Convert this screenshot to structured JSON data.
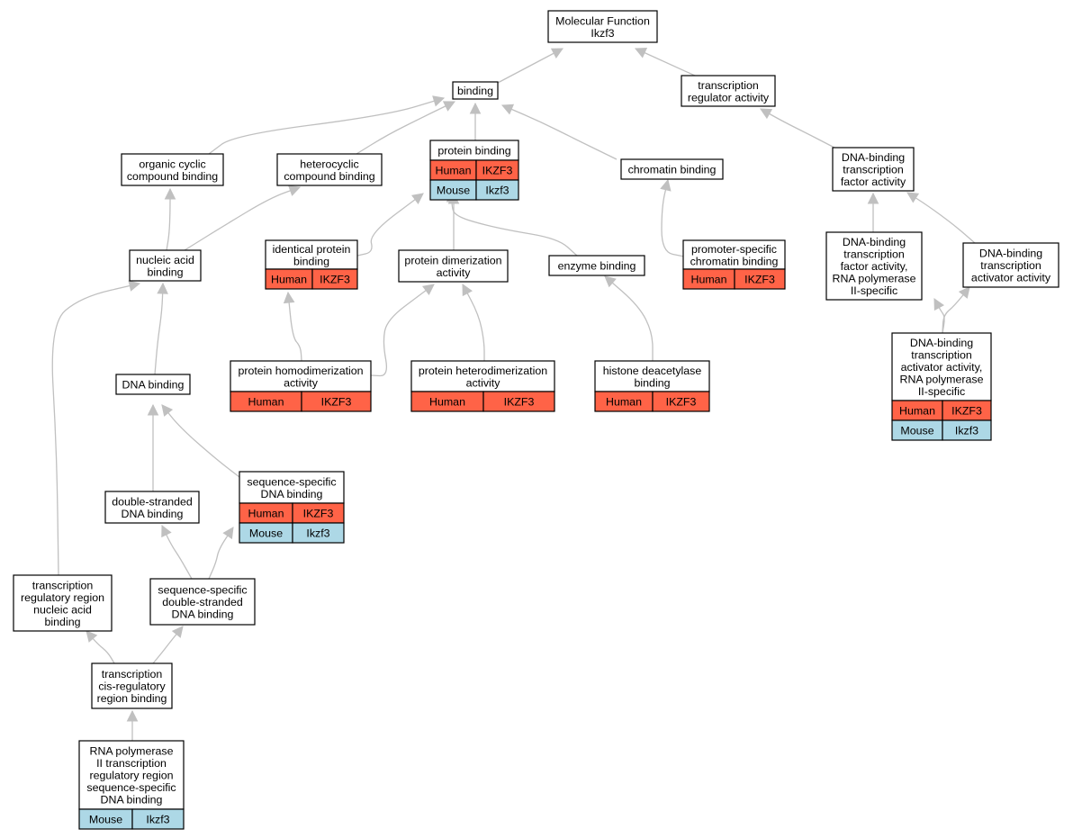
{
  "colors": {
    "human": "#ff6347",
    "mouse": "#add8e6",
    "edge": "#c0c0c0"
  },
  "nodes": [
    {
      "id": "mf",
      "lines": [
        "Molecular Function",
        "Ikzf3"
      ],
      "ann": []
    },
    {
      "id": "binding",
      "lines": [
        "binding"
      ],
      "ann": []
    },
    {
      "id": "tra",
      "lines": [
        "transcription",
        "regulator activity"
      ],
      "ann": []
    },
    {
      "id": "ocb",
      "lines": [
        "organic cyclic",
        "compound binding"
      ],
      "ann": []
    },
    {
      "id": "hcb",
      "lines": [
        "heterocyclic",
        "compound binding"
      ],
      "ann": []
    },
    {
      "id": "pb",
      "lines": [
        "protein binding"
      ],
      "ann": [
        {
          "species": "Human",
          "gene": "IKZF3"
        },
        {
          "species": "Mouse",
          "gene": "Ikzf3"
        }
      ]
    },
    {
      "id": "cb",
      "lines": [
        "chromatin binding"
      ],
      "ann": []
    },
    {
      "id": "dbtfa",
      "lines": [
        "DNA-binding",
        "transcription",
        "factor activity"
      ],
      "ann": []
    },
    {
      "id": "nab",
      "lines": [
        "nucleic acid",
        "binding"
      ],
      "ann": []
    },
    {
      "id": "ipb",
      "lines": [
        "identical protein",
        "binding"
      ],
      "ann": [
        {
          "species": "Human",
          "gene": "IKZF3"
        }
      ]
    },
    {
      "id": "pda",
      "lines": [
        "protein dimerization",
        "activity"
      ],
      "ann": []
    },
    {
      "id": "eb",
      "lines": [
        "enzyme binding"
      ],
      "ann": []
    },
    {
      "id": "pscb",
      "lines": [
        "promoter-specific",
        "chromatin binding"
      ],
      "ann": [
        {
          "species": "Human",
          "gene": "IKZF3"
        }
      ]
    },
    {
      "id": "dbtfa2",
      "lines": [
        "DNA-binding",
        "transcription",
        "factor activity,",
        "RNA polymerase",
        "II-specific"
      ],
      "ann": []
    },
    {
      "id": "dbtaa",
      "lines": [
        "DNA-binding",
        "transcription",
        "activator activity"
      ],
      "ann": []
    },
    {
      "id": "db",
      "lines": [
        "DNA binding"
      ],
      "ann": []
    },
    {
      "id": "phda",
      "lines": [
        "protein homodimerization",
        "activity"
      ],
      "ann": [
        {
          "species": "Human",
          "gene": "IKZF3"
        }
      ]
    },
    {
      "id": "phtda",
      "lines": [
        "protein heterodimerization",
        "activity"
      ],
      "ann": [
        {
          "species": "Human",
          "gene": "IKZF3"
        }
      ]
    },
    {
      "id": "hdb",
      "lines": [
        "histone deacetylase",
        "binding"
      ],
      "ann": [
        {
          "species": "Human",
          "gene": "IKZF3"
        }
      ]
    },
    {
      "id": "dbtaa2",
      "lines": [
        "DNA-binding",
        "transcription",
        "activator activity,",
        "RNA polymerase",
        "II-specific"
      ],
      "ann": [
        {
          "species": "Human",
          "gene": "IKZF3"
        },
        {
          "species": "Mouse",
          "gene": "Ikzf3"
        }
      ]
    },
    {
      "id": "ssdb",
      "lines": [
        "sequence-specific",
        "DNA binding"
      ],
      "ann": [
        {
          "species": "Human",
          "gene": "IKZF3"
        },
        {
          "species": "Mouse",
          "gene": "Ikzf3"
        }
      ]
    },
    {
      "id": "dsdb",
      "lines": [
        "double-stranded",
        "DNA binding"
      ],
      "ann": []
    },
    {
      "id": "trrnab",
      "lines": [
        "transcription",
        "regulatory region",
        "nucleic acid",
        "binding"
      ],
      "ann": []
    },
    {
      "id": "ssdsdb",
      "lines": [
        "sequence-specific",
        "double-stranded",
        "DNA binding"
      ],
      "ann": []
    },
    {
      "id": "tcrrb",
      "lines": [
        "transcription",
        "cis-regulatory",
        "region binding"
      ],
      "ann": []
    },
    {
      "id": "rnap",
      "lines": [
        "RNA polymerase",
        "II transcription",
        "regulatory region",
        "sequence-specific",
        "DNA binding"
      ],
      "ann": [
        {
          "species": "Mouse",
          "gene": "Ikzf3"
        }
      ]
    }
  ],
  "edges": [
    {
      "from": "binding",
      "to": "mf"
    },
    {
      "from": "tra",
      "to": "mf"
    },
    {
      "from": "ocb",
      "to": "binding"
    },
    {
      "from": "hcb",
      "to": "binding"
    },
    {
      "from": "pb",
      "to": "binding"
    },
    {
      "from": "cb",
      "to": "binding"
    },
    {
      "from": "dbtfa",
      "to": "tra"
    },
    {
      "from": "nab",
      "to": "ocb"
    },
    {
      "from": "nab",
      "to": "hcb"
    },
    {
      "from": "ipb",
      "to": "pb"
    },
    {
      "from": "pda",
      "to": "pb"
    },
    {
      "from": "eb",
      "to": "pb"
    },
    {
      "from": "pscb",
      "to": "cb"
    },
    {
      "from": "dbtfa2",
      "to": "dbtfa"
    },
    {
      "from": "dbtaa",
      "to": "dbtfa"
    },
    {
      "from": "db",
      "to": "nab"
    },
    {
      "from": "phda",
      "to": "ipb"
    },
    {
      "from": "phda",
      "to": "pda"
    },
    {
      "from": "phtda",
      "to": "pda"
    },
    {
      "from": "hdb",
      "to": "eb"
    },
    {
      "from": "dbtaa2",
      "to": "dbtfa2"
    },
    {
      "from": "dbtaa2",
      "to": "dbtaa"
    },
    {
      "from": "ssdb",
      "to": "db"
    },
    {
      "from": "dsdb",
      "to": "db"
    },
    {
      "from": "trrnab",
      "to": "nab"
    },
    {
      "from": "ssdsdb",
      "to": "dsdb"
    },
    {
      "from": "ssdsdb",
      "to": "ssdb"
    },
    {
      "from": "tcrrb",
      "to": "trrnab"
    },
    {
      "from": "tcrrb",
      "to": "ssdsdb"
    },
    {
      "from": "rnap",
      "to": "tcrrb"
    }
  ]
}
